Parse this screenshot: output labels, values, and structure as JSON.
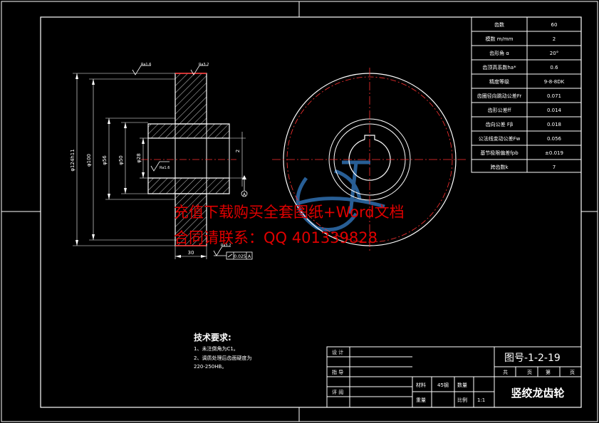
{
  "params": [
    {
      "label": "齿数",
      "value": "60"
    },
    {
      "label": "模数 m/mm",
      "value": "2"
    },
    {
      "label": "齿形角 α",
      "value": "20°"
    },
    {
      "label": "齿顶高系数ha*",
      "value": "0.6"
    },
    {
      "label": "精度等级",
      "value": "9-8-8DK"
    },
    {
      "label": "齿圈径向跳动公差Fr",
      "value": "0.071"
    },
    {
      "label": "齿形公差ff",
      "value": "0.014"
    },
    {
      "label": "齿向公差 Fβ",
      "value": "0.018"
    },
    {
      "label": "公法线变动公差Fw",
      "value": "0.056"
    },
    {
      "label": "基节极限偏差fpb",
      "value": "±0.019"
    },
    {
      "label": "跨齿数k",
      "value": "7"
    }
  ],
  "dims": {
    "d_outer": "φ124h11",
    "d_hub": "φ100",
    "d56": "φ56",
    "d50": "φ50",
    "d28": "φ28",
    "width": "30",
    "chamfer": "2",
    "rough1": "Ra1.6",
    "rough2": "Ra3.2",
    "rough3": "Ra1.6",
    "rough4": "Ra3.2",
    "datum": "A",
    "tol_value": "0.025",
    "tol_datum": "A"
  },
  "tech": {
    "title": "技术要求:",
    "line1": "1、未注倒角为C1。",
    "line2": "2、调质处理后齿面硬度为",
    "line3": "220-250HB。"
  },
  "title_block": {
    "design": "设 计",
    "guide": "指 导",
    "review": "评 阅",
    "material_label": "材料",
    "material": "45钢",
    "qty_label": "数量",
    "weight_label": "重量",
    "scale_label": "比例",
    "scale": "1:1",
    "drawing_no": "图号-1-2-19",
    "sheets_total": "共",
    "sheets_unit1": "页",
    "sheet_no": "第",
    "sheets_unit2": "页",
    "part_name": "竖绞龙齿轮"
  },
  "watermark": {
    "line1": "充值下载购买全套图纸+Word文档",
    "line2": "合同请联系：QQ 401339828"
  },
  "colors": {
    "background": "#000000",
    "line": "#ffffff",
    "center_line": "#ff3030",
    "watermark": "#e00000",
    "logo": "#2f6fb0"
  }
}
